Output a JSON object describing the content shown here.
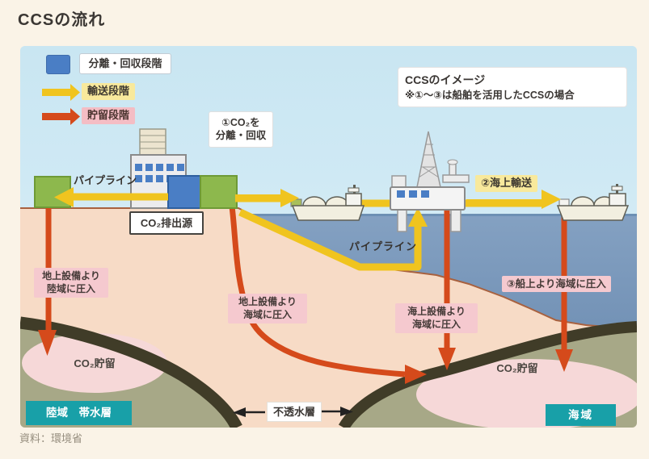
{
  "title": "CCSの流れ",
  "source": "資料：環境省",
  "legend": {
    "capture_label": "分離・回収段階",
    "transport_label": "輸送段階",
    "storage_label": "貯留段階"
  },
  "info_box": {
    "line1": "CCSのイメージ",
    "line2": "※①～③は船舶を活用したCCSの場合"
  },
  "steps": {
    "step1_line1": "①CO₂を",
    "step1_line2": "分離・回収",
    "step2": "②海上輸送",
    "step3": "③船上より海域に圧入"
  },
  "labels": {
    "pipeline_land": "パイプライン",
    "pipeline_sea": "パイプライン",
    "co2_source": "CO₂排出源",
    "inject_land_line1": "地上設備より",
    "inject_land_line2": "陸域に圧入",
    "inject_sea_line1": "地上設備より",
    "inject_sea_line2": "海域に圧入",
    "inject_platform_line1": "海上設備より",
    "inject_platform_line2": "海域に圧入",
    "co2_storage_left": "CO₂貯留",
    "co2_storage_right": "CO₂貯留",
    "impermeable_layer": "不透水層",
    "land_aquifer": "陸域　帯水層",
    "sea_area": "海域"
  },
  "colors": {
    "transport_yellow": "#f0c41f",
    "storage_red": "#d54a1b",
    "capture_blue": "#4a7ec5",
    "facility_green": "#8db84d",
    "teal_badge": "#18a0a8",
    "pink_label": "#f5c9cf",
    "yellow_label": "#f8e99c",
    "sky": "#c9e6f2",
    "sea": "#84a1c2",
    "land_peach": "#f7dbc6",
    "impermeable_band": "#403c28",
    "aquifer_olive": "#a7a887",
    "storage_pink": "#f6d8d8"
  }
}
